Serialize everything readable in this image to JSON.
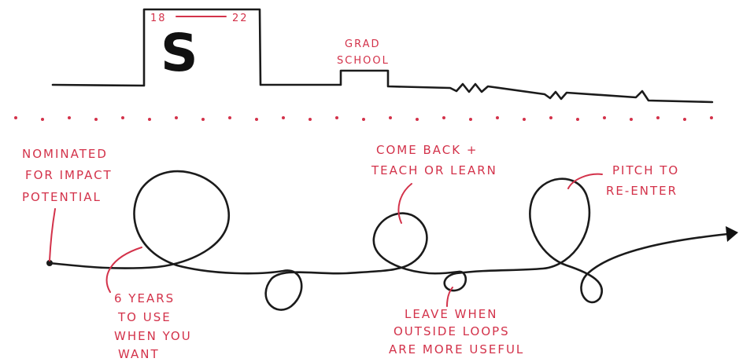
{
  "top_timeline": {
    "year_start": "18",
    "year_end": "22",
    "logo_letter": "S",
    "grad_school_line1": "GRAD",
    "grad_school_line2": "SCHOOL"
  },
  "annotations": {
    "nominated": [
      "NOMINATED",
      "FOR IMPACT",
      "POTENTIAL"
    ],
    "six_years": [
      "6 YEARS",
      "TO USE",
      "WHEN YOU",
      "WANT"
    ],
    "come_back": [
      "COME BACK +",
      "TEACH OR LEARN"
    ],
    "leave_when": [
      "LEAVE WHEN",
      "OUTSIDE LOOPS",
      "ARE MORE USEFUL"
    ],
    "pitch": [
      "PITCH TO",
      "RE-ENTER"
    ]
  },
  "colors": {
    "ink": "#1b1b1b",
    "accent_red": "#d3324a"
  }
}
